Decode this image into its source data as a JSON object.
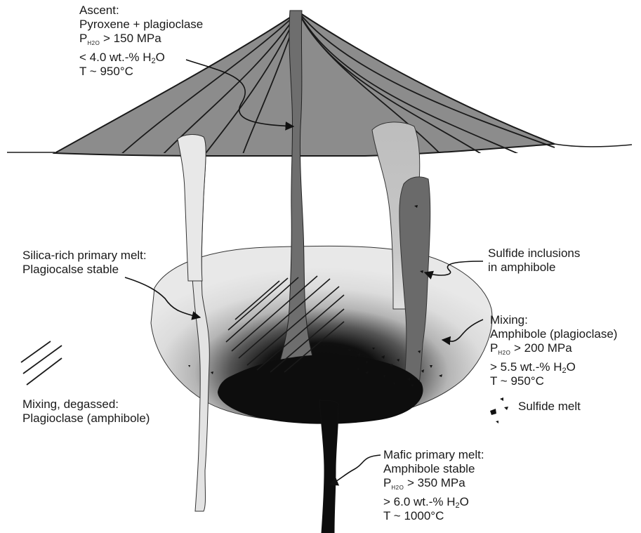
{
  "ascent": {
    "title": "Ascent:",
    "mineral": "Pyroxene + plagioclase",
    "p_symbol": "P",
    "p_sub": "H2O",
    "pressure": " > 150 MPa",
    "water_pre": "< 4.0 wt.-% H",
    "water_sub": "2",
    "water_post": "O",
    "temp": "T ~ 950°C"
  },
  "silica": {
    "title": "Silica-rich primary melt:",
    "mineral": "Plagiocalse stable"
  },
  "degassed": {
    "title": "Mixing, degassed:",
    "mineral": "Plagioclase (amphibole)"
  },
  "sulfide_incl": {
    "line1": "Sulfide inclusions",
    "line2": "in amphibole"
  },
  "mixing": {
    "title": "Mixing:",
    "mineral": "Amphibole (plagioclase)",
    "p_symbol": "P",
    "p_sub": "H2O",
    "pressure": " > 200 MPa",
    "water_pre": "> 5.5 wt.-% H",
    "water_sub": "2",
    "water_post": "O",
    "temp": "T ~ 950°C"
  },
  "sulfide_melt": {
    "label": "Sulfide melt"
  },
  "mafic": {
    "title": "Mafic primary melt:",
    "mineral": "Amphibole stable",
    "p_symbol": "P",
    "p_sub": "H2O",
    "pressure": " > 350 MPa",
    "water_pre": "> 6.0 wt.-% H",
    "water_sub": "2",
    "water_post": "O",
    "temp": "T ~ 1000°C"
  },
  "colors": {
    "volcano_fill": "#8c8c8c",
    "outline": "#1a1a1a",
    "chamber_outer": "#e6e6e6",
    "mafic_core": "#0d0d0d",
    "silica_dyke": "#e3e3e3",
    "ascent_dyke": "#6e6e6e",
    "mixing_dyke": "#6a6a6a",
    "right_light_dyke": "#bdbdbd"
  }
}
